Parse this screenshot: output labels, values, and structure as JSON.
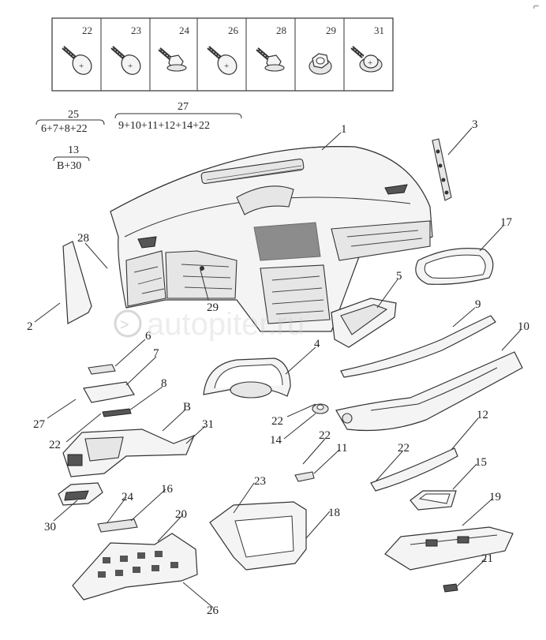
{
  "hardware_table": {
    "columns": [
      "22",
      "23",
      "24",
      "26",
      "28",
      "29",
      "31"
    ],
    "icons": [
      "pan-head-screw-icon",
      "pan-head-screw-icon",
      "flange-bolt-icon",
      "pan-head-screw-icon",
      "flange-bolt-icon",
      "flange-nut-icon",
      "washer-screw-icon"
    ]
  },
  "kits": [
    {
      "number": "25",
      "contents": "6+7+8+22"
    },
    {
      "number": "27",
      "contents": "9+10+11+12+14+22"
    },
    {
      "number": "13",
      "contents": "B+30"
    }
  ],
  "callouts": [
    "1",
    "2",
    "3",
    "4",
    "5",
    "6",
    "7",
    "8",
    "B",
    "9",
    "10",
    "11",
    "12",
    "14",
    "15",
    "16",
    "17",
    "18",
    "19",
    "20",
    "21",
    "22",
    "22",
    "22",
    "22",
    "23",
    "24",
    "26",
    "27",
    "28",
    "29",
    "30",
    "31"
  ],
  "watermark": "autopiter.ru"
}
